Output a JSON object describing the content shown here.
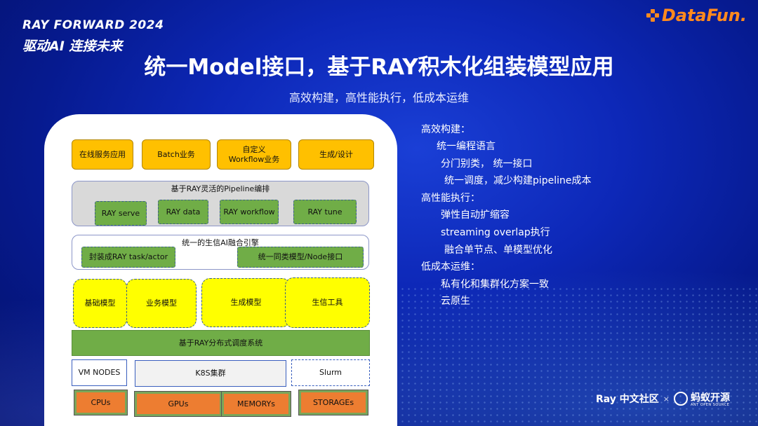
{
  "header": {
    "brand_line1": "RAY FORWARD 2024",
    "brand_line2": "驱动AI 连接未来",
    "logo_text": "DataFun.",
    "title": "统一Model接口，基于RAY积木化组装模型应用",
    "subtitle": "高效构建，高性能执行，低成本运维"
  },
  "diagram": {
    "apps": [
      "在线服务应用",
      "Batch业务",
      "自定义\nWorkflow业务",
      "生成/设计"
    ],
    "pipeline_label": "基于RAY灵活的Pipeline编排",
    "pipeline_items": [
      "RAY serve",
      "RAY data",
      "RAY workflow",
      "RAY tune"
    ],
    "engine_label": "统一的生信AI融合引擎",
    "engine_items": [
      "封装成RAY task/actor",
      "统一同类模型/Node接口"
    ],
    "models": [
      "基础模型",
      "业务模型",
      "生成模型",
      "生信工具"
    ],
    "scheduler": "基于RAY分布式调度系统",
    "infra": [
      "VM NODES",
      "K8S集群",
      "Slurm"
    ],
    "resources": [
      "CPUs",
      "GPUs",
      "MEMORYs",
      "STORAGEs"
    ]
  },
  "bullets": [
    "高效构建：",
    "统一编程语言",
    "分门别类， 统一接口",
    "统一调度，减少构建pipeline成本",
    "高性能执行：",
    "弹性自动扩缩容",
    "streaming overlap执行",
    "融合单节点、单模型优化",
    "低成本运维：",
    "私有化和集群化方案一致",
    "云原生"
  ],
  "footer": {
    "ray_community": "Ray 中文社区",
    "separator": "×",
    "ant_name": "蚂蚁开源",
    "ant_sub": "ANT OPEN SOURCE"
  }
}
